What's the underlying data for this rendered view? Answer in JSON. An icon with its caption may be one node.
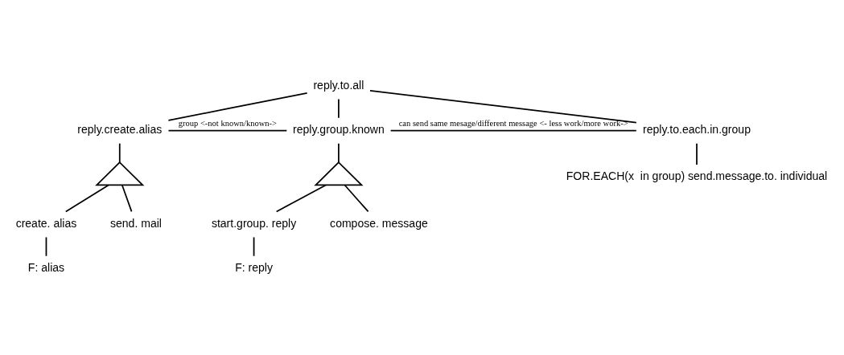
{
  "diagram": {
    "nodes": [
      {
        "text": [
          "reply.to.all"
        ]
      },
      {
        "text": [
          "reply.create.alias"
        ]
      },
      {
        "text": [
          "reply.group.known"
        ]
      },
      {
        "text": [
          "reply.to.each.in.group"
        ]
      },
      {
        "text": [],
        "shape": "triangle"
      },
      {
        "text": [
          "create. alias"
        ]
      },
      {
        "text": [
          "send. mail"
        ]
      },
      {
        "text": [],
        "shape": "triangle"
      },
      {
        "text": [
          "start.group. reply"
        ]
      },
      {
        "text": [
          "compose. message"
        ]
      },
      {
        "text": [
          "FOR.EACH(x  in group) send.message.to. individual"
        ]
      },
      {
        "text": [
          "F: alias"
        ]
      },
      {
        "text": [
          "F: reply"
        ]
      }
    ],
    "edges": [
      {
        "from": 0,
        "to": 1,
        "arrow": "none"
      },
      {
        "from": 0,
        "to": 2,
        "arrow": "none"
      },
      {
        "from": 0,
        "to": 3,
        "arrow": "none"
      },
      {
        "from": 1,
        "to": 2,
        "arrow": "none",
        "label": "group <-not known/known->"
      },
      {
        "from": 2,
        "to": 3,
        "arrow": "none",
        "label": "can send same mesage/different message <- less work/more work->"
      },
      {
        "from": 1,
        "to": 4,
        "arrow": "none"
      },
      {
        "from": 4,
        "to": 5,
        "arrow": "none"
      },
      {
        "from": 4,
        "to": 6,
        "arrow": "none"
      },
      {
        "from": 2,
        "to": 7,
        "arrow": "none"
      },
      {
        "from": 7,
        "to": 8,
        "arrow": "none"
      },
      {
        "from": 7,
        "to": 9,
        "arrow": "none"
      },
      {
        "from": 3,
        "to": 10,
        "arrow": "none"
      },
      {
        "from": 5,
        "to": 11,
        "arrow": "none"
      },
      {
        "from": 8,
        "to": 12,
        "arrow": "none"
      }
    ]
  }
}
